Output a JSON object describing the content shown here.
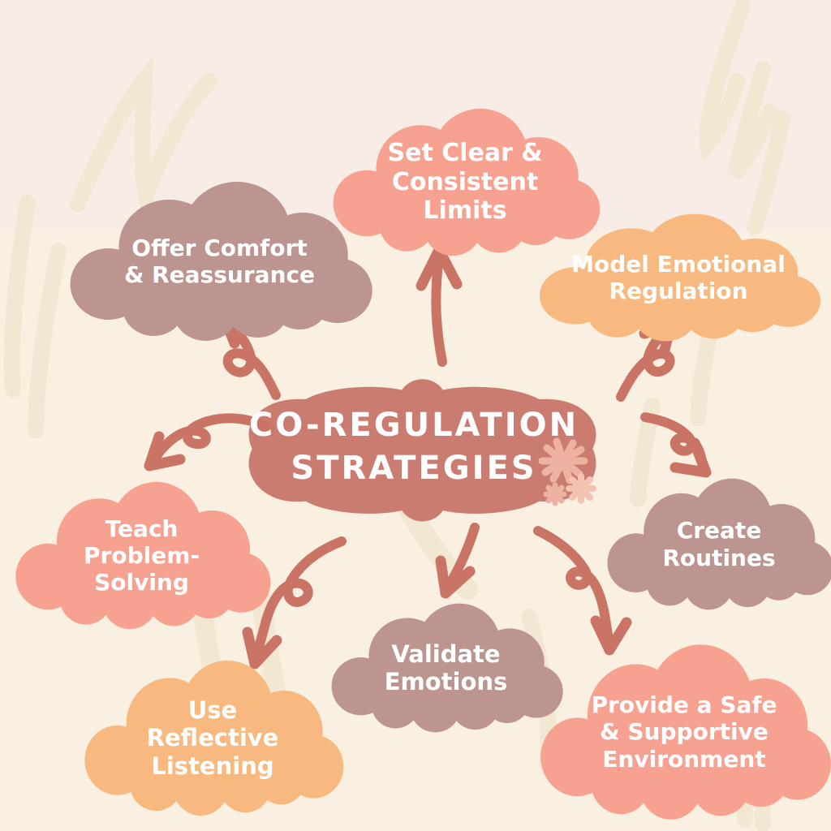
{
  "title": {
    "label": "CO-REGULATION\nSTRATEGIES"
  },
  "colors": {
    "background": "#FAF0E1",
    "background_band": "#F8EDE6",
    "scribble": "#F2E7D3",
    "center_blob": "#CB7C70",
    "arrow": "#C97464",
    "mauve": "#BC9490",
    "salmon": "#F7A291",
    "orange": "#F7B97F",
    "text": "#FFFFFF",
    "flower_light": "#EDB2A4",
    "flower_lighter": "#F2C2B2"
  },
  "clouds": [
    {
      "id": "offer-comfort",
      "label": "Offer Comfort\n& Reassurance",
      "color": "#BC9490"
    },
    {
      "id": "set-clear",
      "label": "Set Clear &\nConsistent\nLimits",
      "color": "#F7A291"
    },
    {
      "id": "model-emotional",
      "label": "Model Emotional\nRegulation",
      "color": "#F7B97F"
    },
    {
      "id": "teach-problem",
      "label": "Teach\nProblem-\nSolving",
      "color": "#F7A291"
    },
    {
      "id": "create-routines",
      "label": "Create\nRoutines",
      "color": "#BC9490"
    },
    {
      "id": "validate-emotions",
      "label": "Validate\nEmotions",
      "color": "#BC9490"
    },
    {
      "id": "use-reflective",
      "label": "Use\nReflective\nListening",
      "color": "#F7B97F"
    },
    {
      "id": "provide-safe",
      "label": "Provide a Safe\n& Supportive\nEnvironment",
      "color": "#F7A291"
    }
  ]
}
